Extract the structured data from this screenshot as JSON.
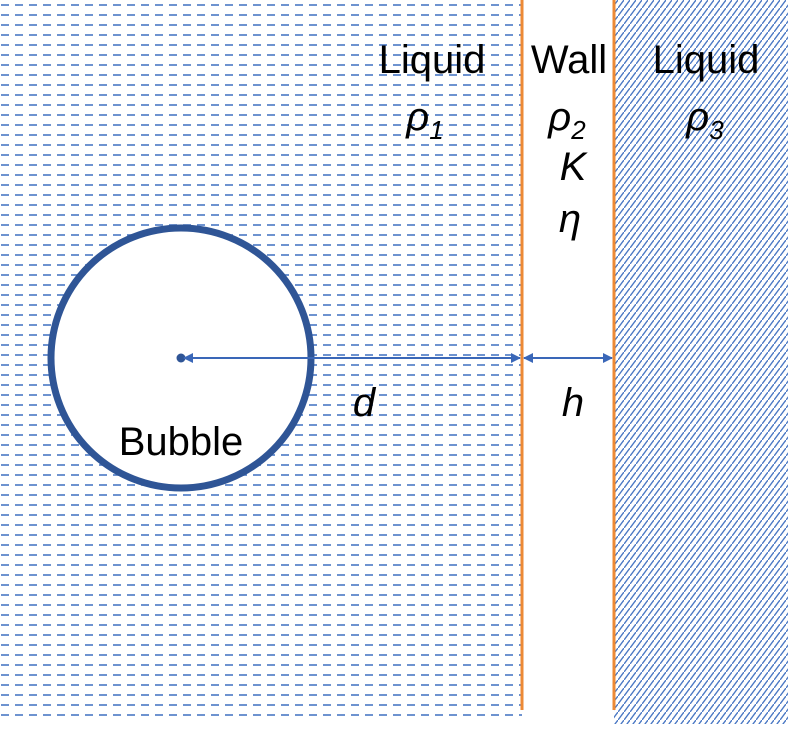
{
  "colors": {
    "liquid_pattern": "#4a78c4",
    "wall_border": "#ed8a36",
    "bubble_outline": "#2f5596",
    "arrow": "#3a67b8",
    "text": "#000000",
    "background": "#ffffff"
  },
  "regions": {
    "liquid1": {
      "label": "Liquid",
      "density_symbol": "ρ",
      "density_subscript": "1"
    },
    "wall": {
      "label": "Wall",
      "density_symbol": "ρ",
      "density_subscript": "2",
      "modulus_symbol": "K",
      "loss_symbol": "η"
    },
    "liquid3": {
      "label": "Liquid",
      "density_symbol": "ρ",
      "density_subscript": "3"
    }
  },
  "bubble": {
    "label": "Bubble"
  },
  "dimensions": {
    "distance_label": "d",
    "thickness_label": "h"
  }
}
